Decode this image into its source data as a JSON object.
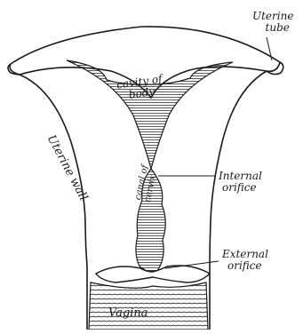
{
  "diagram": {
    "labels": {
      "uterine_tube": [
        "Uterine",
        "tube"
      ],
      "cavity_of_body": [
        "cavity of",
        "body"
      ],
      "uterine_wall": "Uterine wall",
      "internal_orifice": [
        "Internal",
        "orifice"
      ],
      "cervical_canal": [
        "canal of",
        "cervix"
      ],
      "external_orifice": [
        "External",
        "orifice"
      ],
      "vagina": "Vagina"
    },
    "colors": {
      "ink": "#1a1a1a",
      "background": "#ffffff"
    }
  }
}
